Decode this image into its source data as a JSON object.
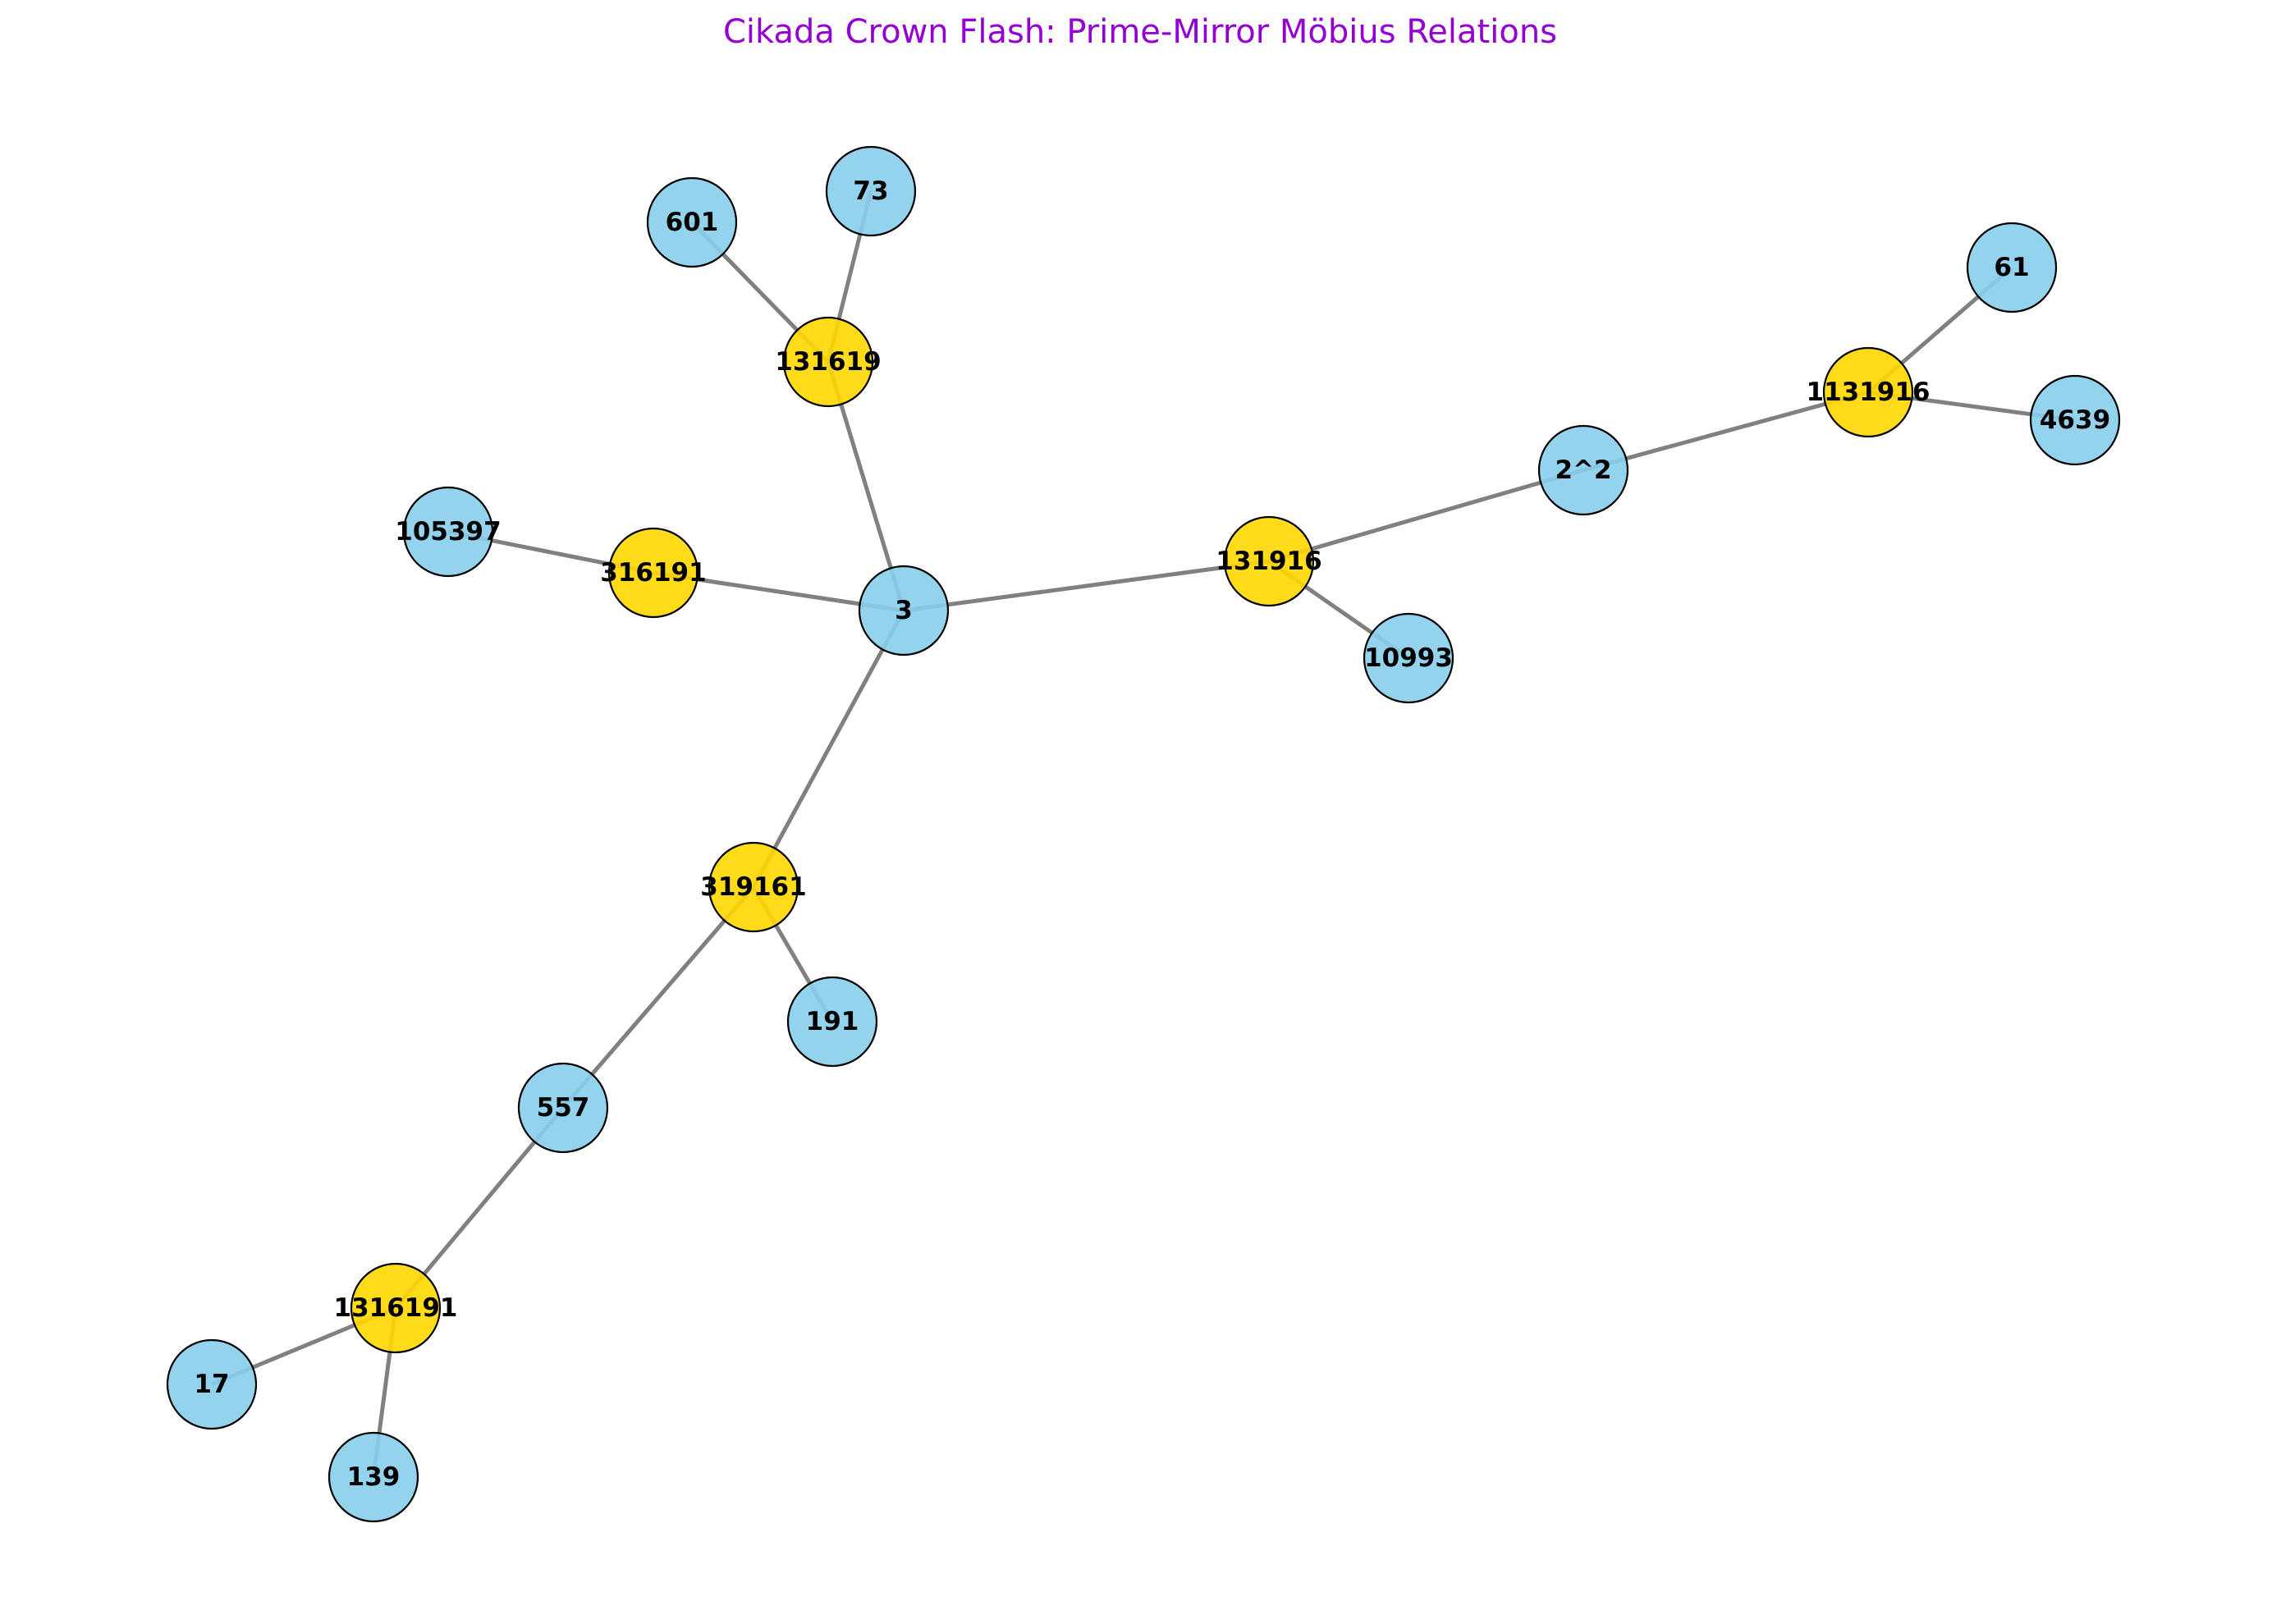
{
  "title": "Cikada Crown Flash: Prime-Mirror Möbius Relations",
  "colors": {
    "title": "#9400D3",
    "edge": "#808080",
    "mirror_node": "#FFD700",
    "factor_node": "#87CEEB"
  },
  "nodes": [
    {
      "id": "3",
      "label": "3",
      "kind": "factor"
    },
    {
      "id": "131619",
      "label": "131619",
      "kind": "mirror"
    },
    {
      "id": "601",
      "label": "601",
      "kind": "factor"
    },
    {
      "id": "73",
      "label": "73",
      "kind": "factor"
    },
    {
      "id": "316191",
      "label": "316191",
      "kind": "mirror"
    },
    {
      "id": "105397",
      "label": "105397",
      "kind": "factor"
    },
    {
      "id": "131916",
      "label": "131916",
      "kind": "mirror"
    },
    {
      "id": "10993",
      "label": "10993",
      "kind": "factor"
    },
    {
      "id": "2^2",
      "label": "2^2",
      "kind": "factor"
    },
    {
      "id": "1131916",
      "label": "1131916",
      "kind": "mirror"
    },
    {
      "id": "61",
      "label": "61",
      "kind": "factor"
    },
    {
      "id": "4639",
      "label": "4639",
      "kind": "factor"
    },
    {
      "id": "319161",
      "label": "319161",
      "kind": "mirror"
    },
    {
      "id": "191",
      "label": "191",
      "kind": "factor"
    },
    {
      "id": "557",
      "label": "557",
      "kind": "factor"
    },
    {
      "id": "1316191",
      "label": "1316191",
      "kind": "mirror"
    },
    {
      "id": "17",
      "label": "17",
      "kind": "factor"
    },
    {
      "id": "139",
      "label": "139",
      "kind": "factor"
    }
  ],
  "edges": [
    [
      "3",
      "131619"
    ],
    [
      "131619",
      "601"
    ],
    [
      "131619",
      "73"
    ],
    [
      "3",
      "316191"
    ],
    [
      "316191",
      "105397"
    ],
    [
      "3",
      "131916"
    ],
    [
      "131916",
      "10993"
    ],
    [
      "131916",
      "2^2"
    ],
    [
      "2^2",
      "1131916"
    ],
    [
      "1131916",
      "61"
    ],
    [
      "1131916",
      "4639"
    ],
    [
      "3",
      "319161"
    ],
    [
      "319161",
      "191"
    ],
    [
      "319161",
      "557"
    ],
    [
      "557",
      "1316191"
    ],
    [
      "1316191",
      "17"
    ],
    [
      "1316191",
      "139"
    ]
  ]
}
